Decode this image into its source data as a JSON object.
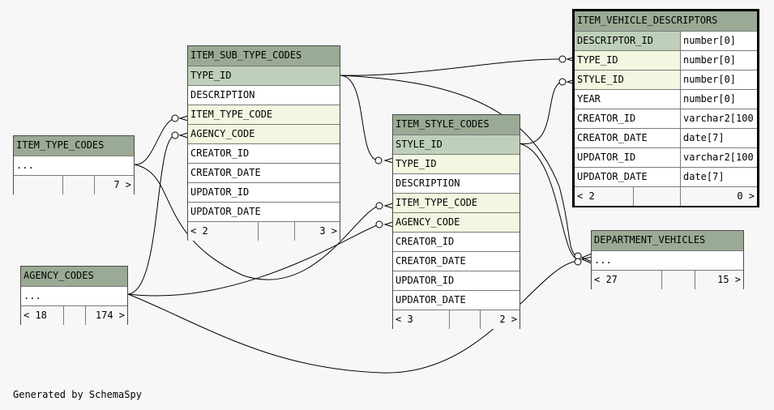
{
  "footer_note": "Generated by SchemaSpy",
  "tables": {
    "item_vehicle_descriptors": {
      "name": "ITEM_VEHICLE_DESCRIPTORS",
      "columns": [
        {
          "name": "DESCRIPTOR_ID",
          "type": "number[0]"
        },
        {
          "name": "TYPE_ID",
          "type": "number[0]"
        },
        {
          "name": "STYLE_ID",
          "type": "number[0]"
        },
        {
          "name": "YEAR",
          "type": "number[0]"
        },
        {
          "name": "CREATOR_ID",
          "type": "varchar2[100"
        },
        {
          "name": "CREATOR_DATE",
          "type": "date[7]"
        },
        {
          "name": "UPDATOR_ID",
          "type": "varchar2[100"
        },
        {
          "name": "UPDATOR_DATE",
          "type": "date[7]"
        }
      ],
      "parents": "< 2",
      "children": "0 >"
    },
    "item_sub_type_codes": {
      "name": "ITEM_SUB_TYPE_CODES",
      "columns": [
        "TYPE_ID",
        "DESCRIPTION",
        "ITEM_TYPE_CODE",
        "AGENCY_CODE",
        "CREATOR_ID",
        "CREATOR_DATE",
        "UPDATOR_ID",
        "UPDATOR_DATE"
      ],
      "parents": "< 2",
      "children": "3 >"
    },
    "item_style_codes": {
      "name": "ITEM_STYLE_CODES",
      "columns": [
        "STYLE_ID",
        "TYPE_ID",
        "DESCRIPTION",
        "ITEM_TYPE_CODE",
        "AGENCY_CODE",
        "CREATOR_ID",
        "CREATOR_DATE",
        "UPDATOR_ID",
        "UPDATOR_DATE"
      ],
      "parents": "< 3",
      "children": "2 >"
    },
    "item_type_codes": {
      "name": "ITEM_TYPE_CODES",
      "ellipsis": "...",
      "parents": "",
      "children": "7 >"
    },
    "agency_codes": {
      "name": "AGENCY_CODES",
      "ellipsis": "...",
      "parents": "< 18",
      "children": "174 >"
    },
    "department_vehicles": {
      "name": "DEPARTMENT_VEHICLES",
      "ellipsis": "...",
      "parents": "< 27",
      "children": "15 >"
    }
  }
}
